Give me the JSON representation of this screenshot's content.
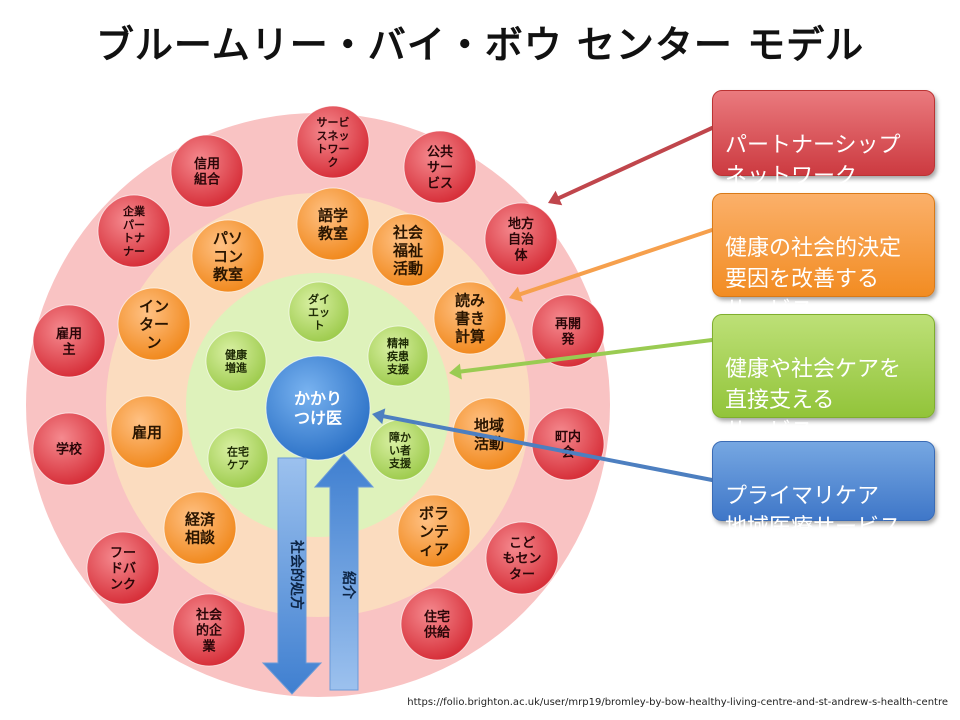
{
  "title": "ブルームリー・バイ・ボウ センター モデル",
  "center": "かかり\nつけ医",
  "arrows": {
    "down": "社会的処方",
    "up": "紹介"
  },
  "rings": {
    "outer": [
      "サービ\nスネッ\nトワー\nク",
      "公共\nサー\nビス",
      "地方\n自治\n体",
      "再開\n発",
      "町内\n会",
      "こど\nもセン\nター",
      "住宅\n供給",
      "社会\n的企\n業",
      "フー\nドバ\nンク",
      "学校",
      "雇用\n主",
      "企業\nパー\nトナ\nナー",
      "信用\n組合"
    ],
    "middle": [
      "語学\n教室",
      "社会\n福祉\n活動",
      "読み\n書き\n計算",
      "地域\n活動",
      "ボラ\nンテ\nィア",
      "経済\n相談",
      "雇用",
      "イン\nター\nン",
      "パソ\nコン\n教室"
    ],
    "inner": [
      "ダイ\nエッ\nト",
      "精神\n疾患\n支援",
      "障か\nい者\n支援",
      "在宅\nケア",
      "健康\n増進"
    ]
  },
  "legend": [
    {
      "key": "partnership",
      "text": "パートナーシップ\nネットワーク",
      "color": "#d94148"
    },
    {
      "key": "social_determinants",
      "text": "健康の社会的決定\n要因を改善する\nサービス",
      "color": "#f28c22"
    },
    {
      "key": "health_care",
      "text": "健康や社会ケアを\n直接支える\nサービス",
      "color": "#92c43a"
    },
    {
      "key": "primary_care",
      "text": "プライマリケア\n地域医療サービス",
      "color": "#3f77c8"
    }
  ],
  "colors": {
    "outer_ring": "#f9c3c3",
    "middle_ring": "#fbdcbf",
    "inner_ring": "#def2bb",
    "center": "#3f86d6"
  },
  "source": "https://folio.brighton.ac.uk/user/mrp19/bromley-by-bow-healthy-living-centre-and-st-andrew-s-health-centre"
}
